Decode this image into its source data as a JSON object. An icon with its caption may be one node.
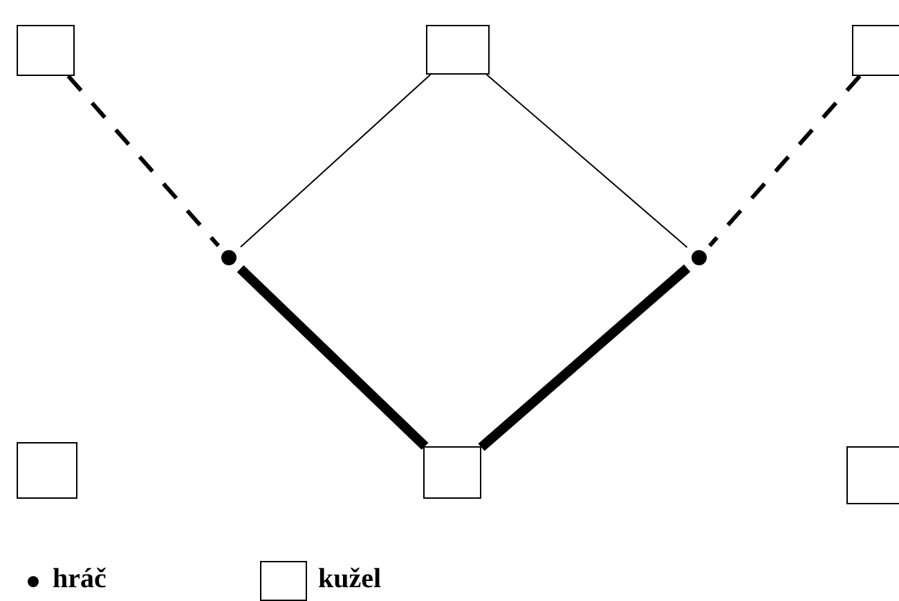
{
  "diagram": {
    "nodes": [
      {
        "text": [],
        "shape": "box"
      },
      {
        "text": [],
        "shape": "box"
      },
      {
        "text": [],
        "shape": "box"
      },
      {
        "text": [],
        "shape": "circle"
      },
      {
        "text": [],
        "shape": "circle"
      },
      {
        "text": [],
        "shape": "box"
      },
      {
        "text": [],
        "shape": "box"
      },
      {
        "text": [],
        "shape": "box"
      }
    ],
    "edges": [
      {
        "from": 0,
        "to": 3,
        "arrow": "none",
        "style": "dashed"
      },
      {
        "from": 1,
        "to": 3,
        "arrow": "none"
      },
      {
        "from": 1,
        "to": 4,
        "arrow": "none"
      },
      {
        "from": 2,
        "to": 4,
        "arrow": "none",
        "style": "dashed"
      },
      {
        "from": 3,
        "to": 6,
        "arrow": "none",
        "style": "thick"
      },
      {
        "from": 4,
        "to": 6,
        "arrow": "none",
        "style": "thick"
      }
    ],
    "legend": [
      {
        "text": "hráč"
      },
      {
        "text": "kužel"
      }
    ]
  }
}
